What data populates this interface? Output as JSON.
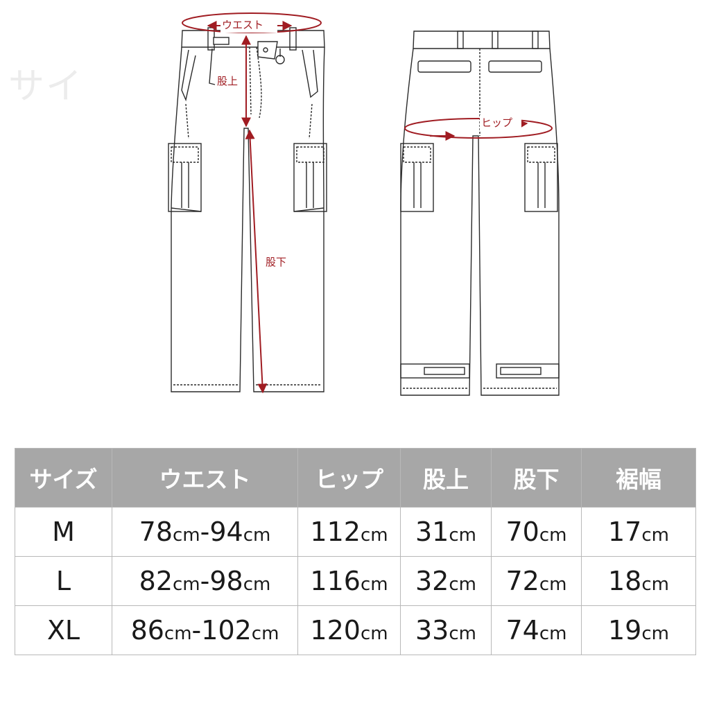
{
  "watermark": "サイ",
  "diagram": {
    "labels": {
      "waist": "ウエスト",
      "rise": "股上",
      "inseam": "股下",
      "hip": "ヒップ"
    },
    "accent_color": "#a01c22",
    "line_color": "#2a2a2a"
  },
  "table": {
    "header_bg": "#a7a7a7",
    "headers": [
      "サイズ",
      "ウエスト",
      "ヒップ",
      "股上",
      "股下",
      "裾幅"
    ],
    "unit": "cm",
    "rows": [
      {
        "size": "M",
        "waist_min": "78",
        "waist_max": "94",
        "hip": "112",
        "rise": "31",
        "inseam": "70",
        "hem": "17"
      },
      {
        "size": "L",
        "waist_min": "82",
        "waist_max": "98",
        "hip": "116",
        "rise": "32",
        "inseam": "72",
        "hem": "18"
      },
      {
        "size": "XL",
        "waist_min": "86",
        "waist_max": "102",
        "hip": "120",
        "rise": "33",
        "inseam": "74",
        "hem": "19"
      }
    ]
  }
}
